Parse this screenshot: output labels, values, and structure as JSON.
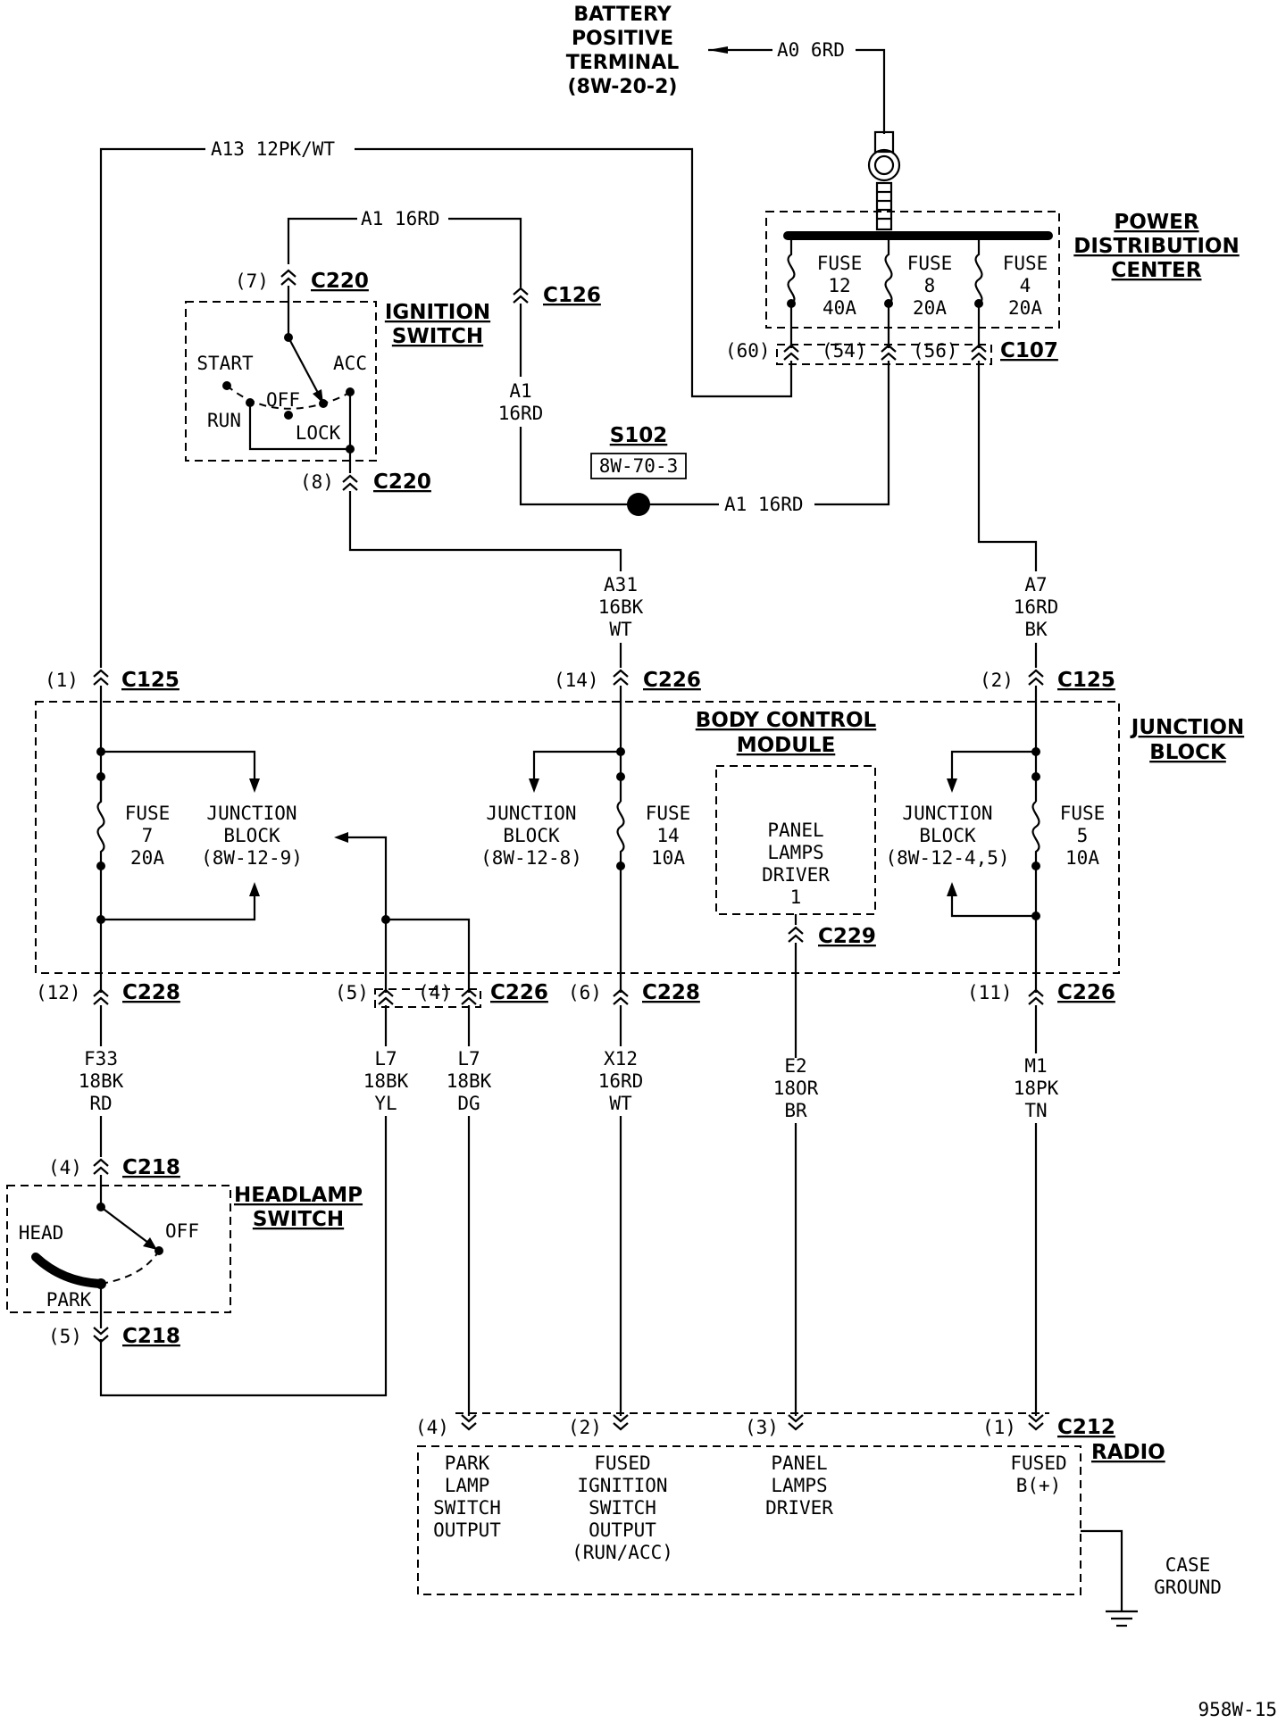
{
  "battery": {
    "line1": "BATTERY",
    "line2": "POSITIVE",
    "line3": "TERMINAL",
    "line4": "(8W-20-2)",
    "wire": "A0 6RD"
  },
  "pdc": {
    "line1": "POWER",
    "line2": "DISTRIBUTION",
    "line3": "CENTER",
    "fuses": [
      {
        "name": "FUSE",
        "num": "12",
        "amps": "40A"
      },
      {
        "name": "FUSE",
        "num": "8",
        "amps": "20A"
      },
      {
        "name": "FUSE",
        "num": "4",
        "amps": "20A"
      }
    ],
    "pins": [
      "(60)",
      "(54)",
      "(56)"
    ],
    "connector": "C107"
  },
  "wires": {
    "a13": "A13 12PK/WT",
    "a1_top": "A1 16RD",
    "a1_vert_1": "A1",
    "a1_vert_2": "16RD",
    "a1_bottom": "A1 16RD",
    "a31_1": "A31",
    "a31_2": "16BK",
    "a31_3": "WT",
    "a7_1": "A7",
    "a7_2": "16RD",
    "a7_3": "BK",
    "f33_1": "F33",
    "f33_2": "18BK",
    "f33_3": "RD",
    "l7a_1": "L7",
    "l7a_2": "18BK",
    "l7a_3": "YL",
    "l7b_1": "L7",
    "l7b_2": "18BK",
    "l7b_3": "DG",
    "x12_1": "X12",
    "x12_2": "16RD",
    "x12_3": "WT",
    "e2_1": "E2",
    "e2_2": "18OR",
    "e2_3": "BR",
    "m1_1": "M1",
    "m1_2": "18PK",
    "m1_3": "TN"
  },
  "splice": {
    "name": "S102",
    "ref": "8W-70-3"
  },
  "ignition": {
    "title1": "IGNITION",
    "title2": "SWITCH",
    "start": "START",
    "acc": "ACC",
    "off": "OFF",
    "run": "RUN",
    "lock": "LOCK",
    "pin_top": "(7)",
    "conn_top": "C220",
    "pin_bottom": "(8)",
    "conn_bottom": "C220"
  },
  "c126": "C126",
  "junction": {
    "title1": "JUNCTION",
    "title2": "BLOCK",
    "bcm1": "BODY CONTROL",
    "bcm2": "MODULE",
    "fuse7": {
      "name": "FUSE",
      "num": "7",
      "amps": "20A"
    },
    "fuse14": {
      "name": "FUSE",
      "num": "14",
      "amps": "10A"
    },
    "fuse5": {
      "name": "FUSE",
      "num": "5",
      "amps": "10A"
    },
    "jb1": {
      "l1": "JUNCTION",
      "l2": "BLOCK",
      "l3": "(8W-12-9)"
    },
    "jb2": {
      "l1": "JUNCTION",
      "l2": "BLOCK",
      "l3": "(8W-12-8)"
    },
    "jb3": {
      "l1": "JUNCTION",
      "l2": "BLOCK",
      "l3": "(8W-12-4,5)"
    },
    "pld": {
      "l1": "PANEL",
      "l2": "LAMPS",
      "l3": "DRIVER",
      "l4": "1"
    }
  },
  "connectors": {
    "c125_l_pin": "(1)",
    "c125_l": "C125",
    "c226_m_pin": "(14)",
    "c226_m": "C226",
    "c125_r_pin": "(2)",
    "c125_r": "C125",
    "c228_l_pin": "(12)",
    "c228_l": "C228",
    "c226_l7_pin1": "(5)",
    "c226_l7_pin2": "(4)",
    "c226_l7": "C226",
    "c228_m_pin": "(6)",
    "c228_m": "C228",
    "c229": "C229",
    "c226_r_pin": "(11)",
    "c226_r": "C226",
    "c218_t_pin": "(4)",
    "c218_t": "C218",
    "c218_b_pin": "(5)",
    "c218_b": "C218"
  },
  "headlamp": {
    "title1": "HEADLAMP",
    "title2": "SWITCH",
    "head": "HEAD",
    "off": "OFF",
    "park": "PARK"
  },
  "radio": {
    "title": "RADIO",
    "connector": "C212",
    "pins": [
      "(4)",
      "(2)",
      "(3)",
      "(1)"
    ],
    "park": {
      "l1": "PARK",
      "l2": "LAMP",
      "l3": "SWITCH",
      "l4": "OUTPUT"
    },
    "fused_ign": {
      "l1": "FUSED",
      "l2": "IGNITION",
      "l3": "SWITCH",
      "l4": "OUTPUT",
      "l5": "(RUN/ACC)"
    },
    "panel": {
      "l1": "PANEL",
      "l2": "LAMPS",
      "l3": "DRIVER"
    },
    "fused_b": {
      "l1": "FUSED",
      "l2": "B(+)"
    },
    "ground1": "CASE",
    "ground2": "GROUND"
  },
  "figure_id": "958W-15"
}
